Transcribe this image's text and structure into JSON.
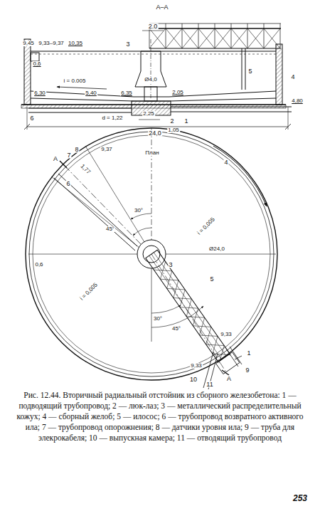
{
  "diagram": {
    "caption": "Рис. 12.44. Вторичный радиальный отстойник из сборного железобетона: 1 — подводящий трубопровод; 2 — люк-лаз; 3 — металлический распределительный кожух; 4 — сборный желоб; 5 — илосос; 6 — трубопровод возвратного активного ила; 7 — трубопровод опорожнения; 8 — датчики уровня ила; 9 — труба для элекрокабеля; 10 — выпускная камера; 11 — отводящий трубопровод",
    "labels": [
      "А–А",
      "2.0",
      "9,45",
      "9,33–9,37",
      "10,35",
      "3",
      "0,6",
      "Ø4,0",
      "5",
      "4",
      "6,30",
      "i = 0.005",
      "5,40",
      "6,35",
      "2,05",
      "4,80",
      "6",
      "d = 1,22",
      "2",
      "1",
      "2,25",
      "1,05",
      "24,0",
      "План",
      "А",
      "7",
      "8",
      "9,37",
      "6",
      "1,77",
      "4",
      "30°",
      "45°",
      "i = 0,005",
      "Ø24,0",
      "0,6",
      "3",
      "i = 0,005",
      "5",
      "30°",
      "45°",
      "9,33",
      "1",
      "9",
      "9,33",
      "10",
      "11",
      "А",
      "253"
    ]
  }
}
